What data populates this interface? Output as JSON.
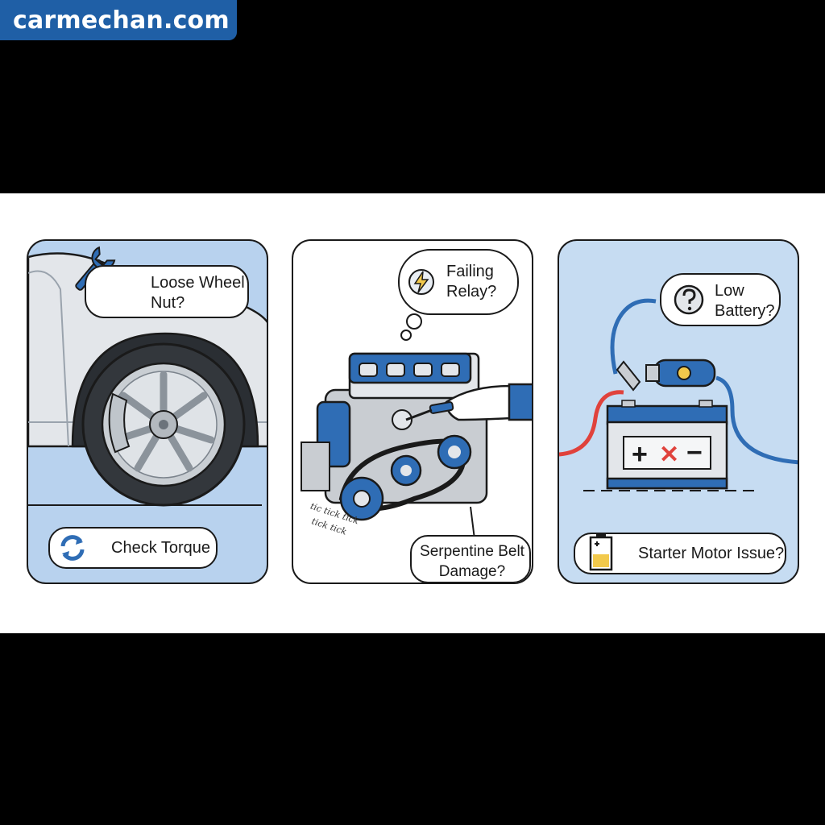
{
  "brand": {
    "name": "carmechan.com",
    "bg": "#1f5fa6"
  },
  "colors": {
    "panel_blue": "#b8d2ee",
    "accent_blue": "#2f6db5",
    "danger_red": "#e0423c",
    "battery_yellow": "#f2c94c",
    "outline": "#1a1a1a"
  },
  "panels": [
    {
      "bubble_text_line1": "Loose Wheel",
      "bubble_text_line2": "Nut?",
      "bubble_icon": "wrench-icon",
      "pill_text": "Check Torque",
      "pill_icon": "rotate-arrows-icon"
    },
    {
      "bubble_text_line1": "Failing",
      "bubble_text_line2": "Relay?",
      "bubble_icon": "lightning-icon",
      "ticks_line1": "tic tick tick",
      "ticks_line2": "tick tick",
      "pill_text_line1": "Serpentine Belt",
      "pill_text_line2": "Damage?"
    },
    {
      "bubble_text_line1": "Low",
      "bubble_text_line2": "Battery?",
      "bubble_icon": "question-icon",
      "battery_plus": "+",
      "battery_x": "✕",
      "battery_minus": "−",
      "pill_text": "Starter Motor Issue?",
      "pill_icon": "battery-level-icon"
    }
  ]
}
